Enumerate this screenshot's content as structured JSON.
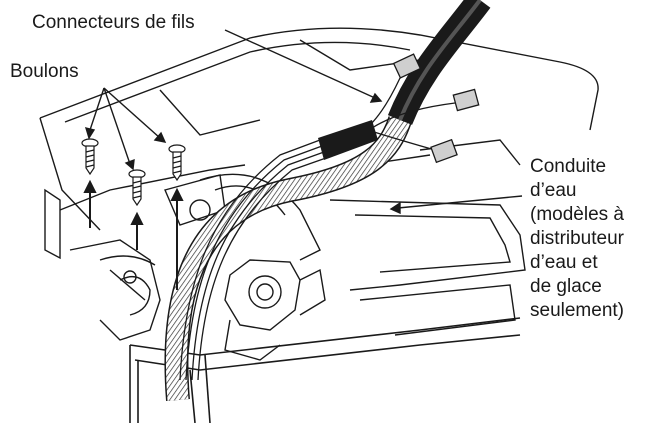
{
  "labels": {
    "wire_connectors": "Connecteurs de fils",
    "bolts": "Boulons",
    "water_line": [
      "Conduite",
      "d’eau",
      "(modèles à",
      "distributeur",
      "d’eau et",
      "de glace",
      "seulement)"
    ]
  },
  "colors": {
    "line": "#1a1a1a",
    "tube": "#2b2b2b",
    "background": "#ffffff"
  }
}
